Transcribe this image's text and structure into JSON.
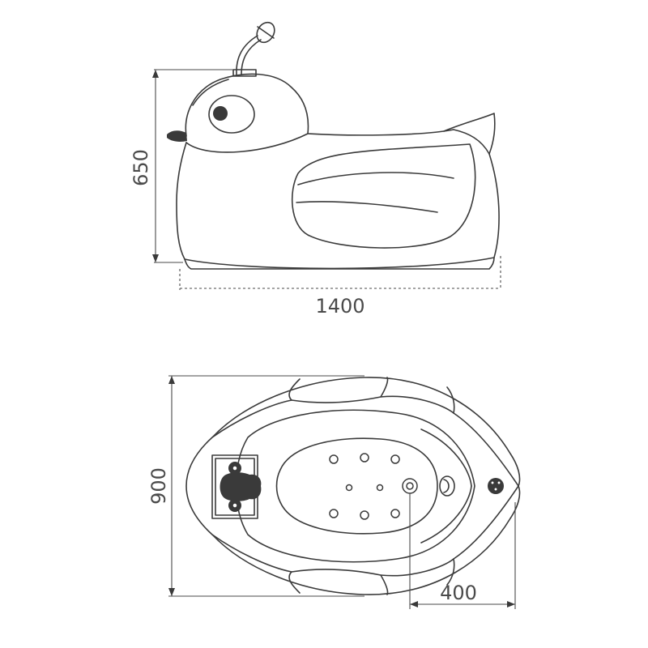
{
  "dimensions": {
    "side_height": "650",
    "side_width": "1400",
    "top_depth": "900",
    "drain_offset": "400"
  }
}
